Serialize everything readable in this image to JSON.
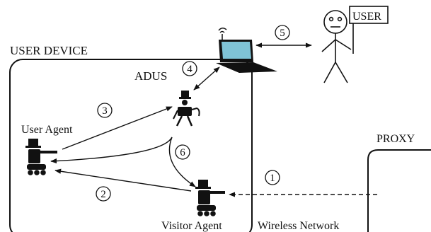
{
  "labels": {
    "user_device": "USER DEVICE",
    "adus": "ADUS",
    "user_agent": "User Agent",
    "visitor_agent": "Visitor Agent",
    "wireless_network": "Wireless Network",
    "proxy": "PROXY",
    "user_sign": "USER"
  },
  "steps": [
    "1",
    "2",
    "3",
    "4",
    "5",
    "6"
  ],
  "icons": {
    "laptop": "laptop-icon",
    "user": "stick-figure-user-icon",
    "agent": "robot-agent-icon",
    "adus": "adus-robot-icon"
  },
  "colors": {
    "screen": "#7fc3d6",
    "line": "#111111"
  }
}
